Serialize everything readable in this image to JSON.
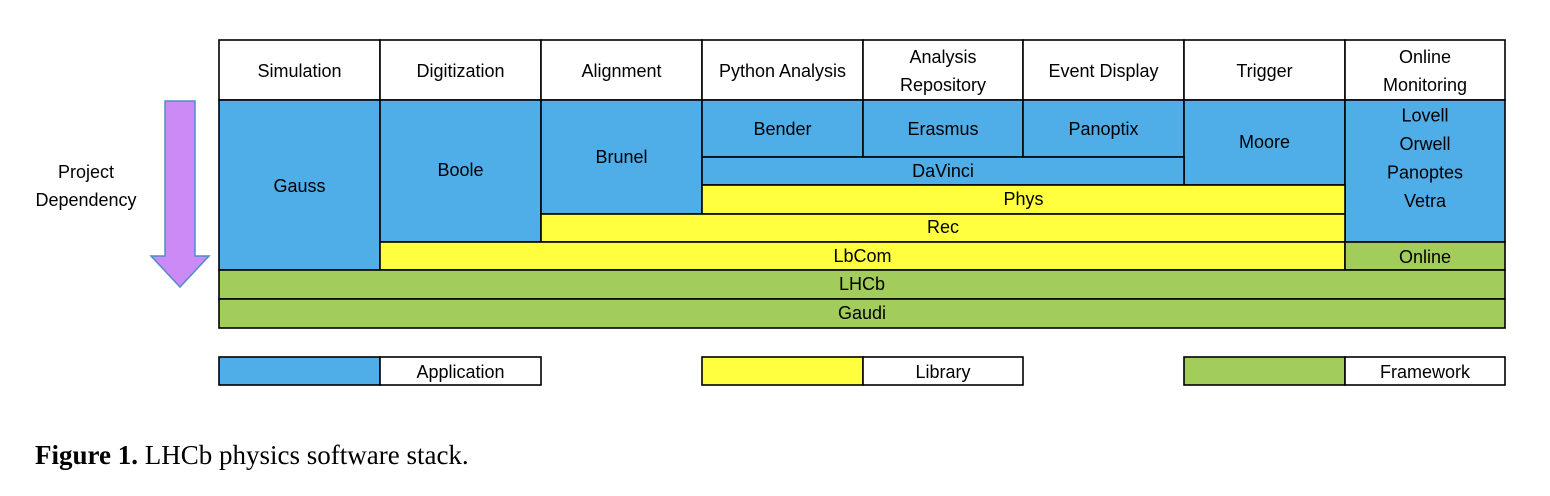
{
  "colors": {
    "application": "#4FADE8",
    "library": "#FFFF40",
    "framework": "#A2CD5A",
    "arrow": "#CC8AF7",
    "arrow_stroke": "#4F8DC9",
    "header": "#FFFFFF",
    "stroke": "#000000"
  },
  "diagram": {
    "dependency_label": [
      "Project",
      "Dependency"
    ],
    "domains": [
      {
        "id": "simulation",
        "label": [
          "Simulation"
        ]
      },
      {
        "id": "digitization",
        "label": [
          "Digitization"
        ]
      },
      {
        "id": "alignment",
        "label": [
          "Alignment"
        ]
      },
      {
        "id": "python-analysis",
        "label": [
          "Python Analysis"
        ]
      },
      {
        "id": "analysis-repository",
        "label": [
          "Analysis",
          "Repository"
        ]
      },
      {
        "id": "event-display",
        "label": [
          "Event Display"
        ]
      },
      {
        "id": "trigger",
        "label": [
          "Trigger"
        ]
      },
      {
        "id": "online-monitoring",
        "label": [
          "Online",
          "Monitoring"
        ]
      }
    ],
    "projects": [
      {
        "id": "gauss",
        "label": [
          "Gauss"
        ],
        "kind": "application"
      },
      {
        "id": "boole",
        "label": [
          "Boole"
        ],
        "kind": "application"
      },
      {
        "id": "brunel",
        "label": [
          "Brunel"
        ],
        "kind": "application"
      },
      {
        "id": "bender",
        "label": [
          "Bender"
        ],
        "kind": "application"
      },
      {
        "id": "erasmus",
        "label": [
          "Erasmus"
        ],
        "kind": "application"
      },
      {
        "id": "panoptix",
        "label": [
          "Panoptix"
        ],
        "kind": "application"
      },
      {
        "id": "moore",
        "label": [
          "Moore"
        ],
        "kind": "application"
      },
      {
        "id": "online-monitoring-apps",
        "label": [
          "Lovell",
          "Orwell",
          "Panoptes",
          "Vetra"
        ],
        "kind": "application"
      },
      {
        "id": "davinci",
        "label": [
          "DaVinci"
        ],
        "kind": "application"
      },
      {
        "id": "phys",
        "label": [
          "Phys"
        ],
        "kind": "library"
      },
      {
        "id": "rec",
        "label": [
          "Rec"
        ],
        "kind": "library"
      },
      {
        "id": "lbcom",
        "label": [
          "LbCom"
        ],
        "kind": "library"
      },
      {
        "id": "online",
        "label": [
          "Online"
        ],
        "kind": "framework"
      },
      {
        "id": "lhcb",
        "label": [
          "LHCb"
        ],
        "kind": "framework"
      },
      {
        "id": "gaudi",
        "label": [
          "Gaudi"
        ],
        "kind": "framework"
      }
    ],
    "legend": [
      {
        "kind": "application",
        "label": "Application"
      },
      {
        "kind": "library",
        "label": "Library"
      },
      {
        "kind": "framework",
        "label": "Framework"
      }
    ]
  },
  "caption": {
    "label": "Figure 1.",
    "text": "LHCb physics software stack."
  }
}
